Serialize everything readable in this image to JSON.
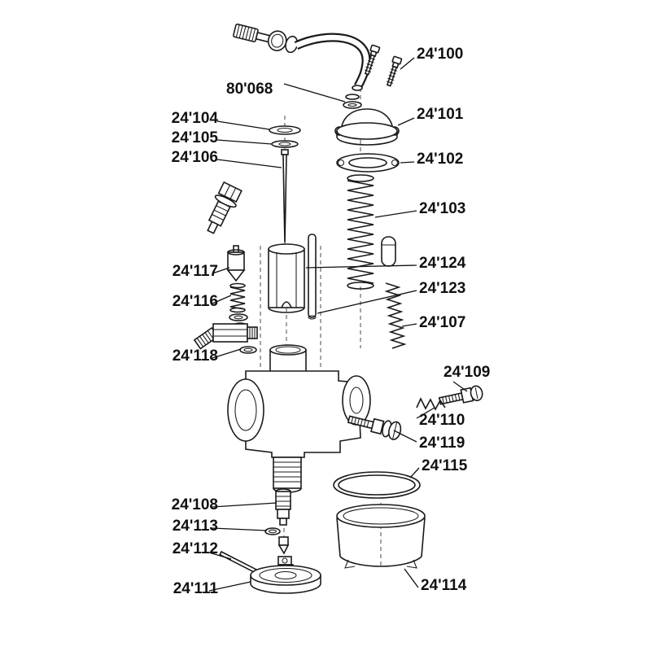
{
  "page": {
    "background": "#ffffff",
    "ink": "#111111"
  },
  "diagram": {
    "type": "exploded-parts-diagram",
    "labels": [
      {
        "text": "80'068"
      },
      {
        "text": "24'100"
      },
      {
        "text": "24'101"
      },
      {
        "text": "24'102"
      },
      {
        "text": "24'103"
      },
      {
        "text": "24'104"
      },
      {
        "text": "24'105"
      },
      {
        "text": "24'106"
      },
      {
        "text": "24'107"
      },
      {
        "text": "24'108"
      },
      {
        "text": "24'109"
      },
      {
        "text": "24'110"
      },
      {
        "text": "24'111"
      },
      {
        "text": "24'112"
      },
      {
        "text": "24'113"
      },
      {
        "text": "24'114"
      },
      {
        "text": "24'115"
      },
      {
        "text": "24'116"
      },
      {
        "text": "24'117"
      },
      {
        "text": "24'118"
      },
      {
        "text": "24'119"
      },
      {
        "text": "24'123"
      },
      {
        "text": "24'124"
      }
    ]
  }
}
